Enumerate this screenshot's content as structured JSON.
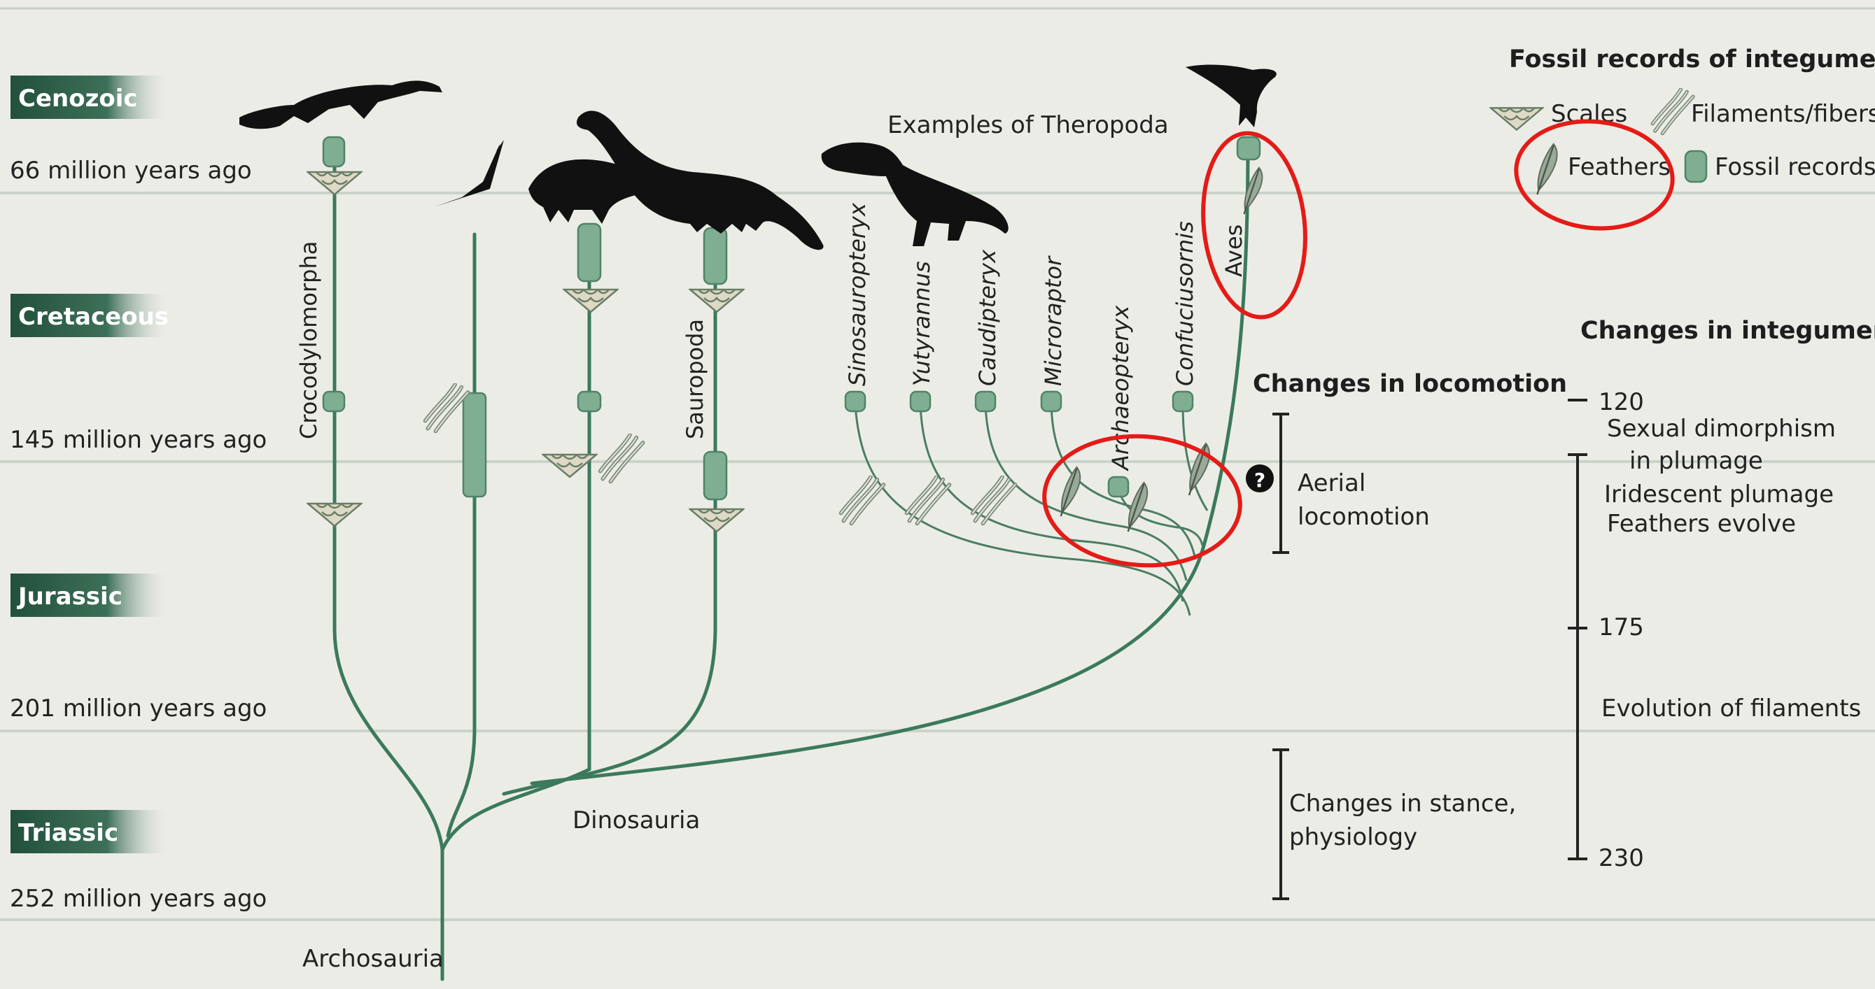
{
  "eras": [
    {
      "name": "Cenozoic",
      "age": "66 million years ago"
    },
    {
      "name": "Cretaceous",
      "age": "145 million years ago"
    },
    {
      "name": "Jurassic",
      "age": "201 million years ago"
    },
    {
      "name": "Triassic",
      "age": "252 million years ago"
    }
  ],
  "taxa": {
    "crocodylomorpha": "Crocodylomorpha",
    "sauropoda": "Sauropoda",
    "sinosauropteryx": "Sinosauropteryx",
    "yutyrannus": "Yutyrannus",
    "caudipteryx": "Caudipteryx",
    "microraptor": "Microraptor",
    "archaeopteryx": "Archaeopteryx",
    "confuciusornis": "Confuciusornis",
    "aves": "Aves",
    "dinosauria": "Dinosauria",
    "archosauria": "Archosauria"
  },
  "theropoda_caption": "Examples of Theropoda",
  "legend": {
    "title": "Fossil records of integument",
    "scales": "Scales",
    "filaments": "Filaments/fibers",
    "feathers": "Feathers",
    "fossil_records": "Fossil records"
  },
  "locomotion": {
    "title": "Changes in locomotion",
    "aerial": [
      "Aerial",
      "locomotion"
    ],
    "stance": [
      "Changes in stance,",
      "physiology"
    ],
    "question_mark": "?"
  },
  "integument": {
    "title": "Changes in integument",
    "ticks": [
      "120",
      "175",
      "230"
    ],
    "notes": [
      "Sexual dimorphism",
      "in plumage",
      "Iridescent plumage",
      "Feathers evolve",
      "Evolution of filaments"
    ]
  },
  "colors": {
    "branch": "#3b7a5c",
    "era_band": "#2f5e48",
    "highlight_circle": "#e41b17"
  }
}
